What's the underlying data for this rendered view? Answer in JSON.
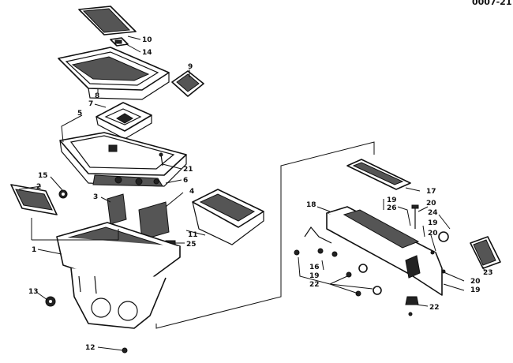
{
  "header": {
    "code": "0007-21"
  },
  "callouts": [
    {
      "id": "c10",
      "text": "10"
    },
    {
      "id": "c14",
      "text": "14"
    },
    {
      "id": "c9",
      "text": "9"
    },
    {
      "id": "c8",
      "text": "8"
    },
    {
      "id": "c7",
      "text": "7"
    },
    {
      "id": "c5",
      "text": "5"
    },
    {
      "id": "c21",
      "text": "21"
    },
    {
      "id": "c6",
      "text": "6"
    },
    {
      "id": "c15",
      "text": "15"
    },
    {
      "id": "c2",
      "text": "2"
    },
    {
      "id": "c3",
      "text": "3"
    },
    {
      "id": "c4",
      "text": "4"
    },
    {
      "id": "c11",
      "text": "11"
    },
    {
      "id": "c25",
      "text": "25"
    },
    {
      "id": "c1",
      "text": "1"
    },
    {
      "id": "c13",
      "text": "13"
    },
    {
      "id": "c12",
      "text": "12"
    },
    {
      "id": "c17",
      "text": "17"
    },
    {
      "id": "c18",
      "text": "18"
    },
    {
      "id": "c19a",
      "text": "19"
    },
    {
      "id": "c26",
      "text": "26"
    },
    {
      "id": "c20a",
      "text": "20"
    },
    {
      "id": "c24",
      "text": "24"
    },
    {
      "id": "c19b",
      "text": "19"
    },
    {
      "id": "c20b",
      "text": "20"
    },
    {
      "id": "c23",
      "text": "23"
    },
    {
      "id": "c16",
      "text": "16"
    },
    {
      "id": "c19c",
      "text": "19"
    },
    {
      "id": "c22a",
      "text": "22"
    },
    {
      "id": "c20c",
      "text": "20"
    },
    {
      "id": "c19d",
      "text": "19"
    },
    {
      "id": "c22b",
      "text": "22"
    }
  ]
}
